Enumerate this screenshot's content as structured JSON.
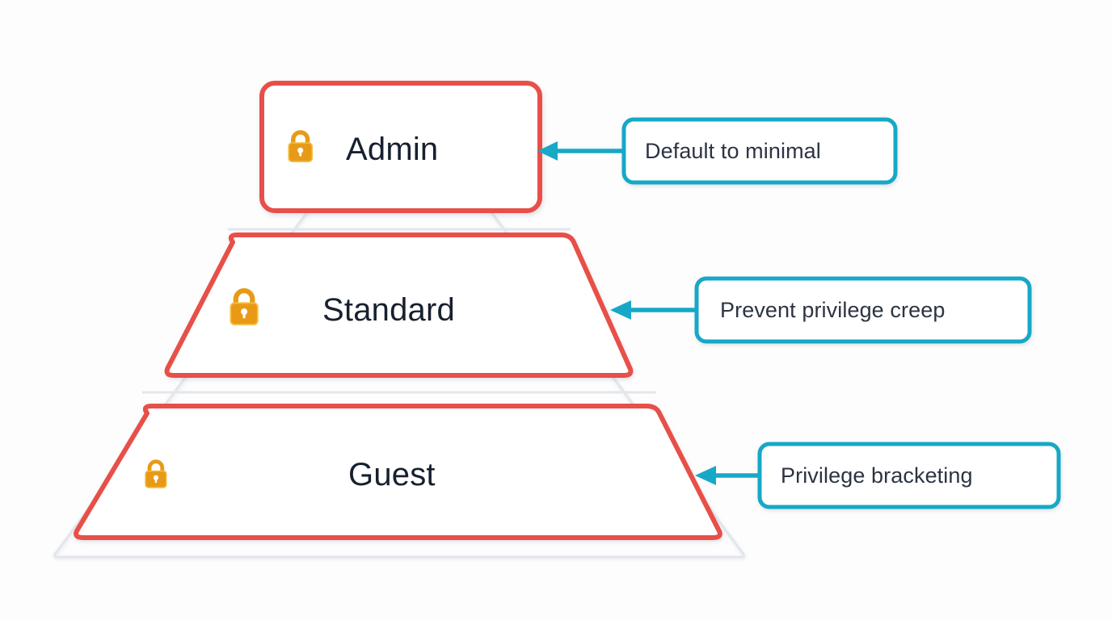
{
  "diagram": {
    "type": "pyramid-hierarchy",
    "title": "",
    "background_color": "#fdfdfd",
    "colors": {
      "tier_border": "#e8504a",
      "tier_fill": "#ffffff",
      "pyramid_outline": "#e3e6ec",
      "callout_border": "#18a8c7",
      "callout_fill": "#ffffff",
      "arrow": "#18a8c7",
      "lock_icon": "#e89a17",
      "lock_icon_stroke": "#f5bf3f",
      "text": "#17202f",
      "callout_text": "#2c3443"
    },
    "tiers": [
      {
        "id": "admin",
        "label": "Admin",
        "level": 1,
        "icon": "lock-icon",
        "shape": "rounded-rect"
      },
      {
        "id": "standard",
        "label": "Standard",
        "level": 2,
        "icon": "lock-icon",
        "shape": "trapezoid"
      },
      {
        "id": "guest",
        "label": "Guest",
        "level": 3,
        "icon": "lock-icon",
        "shape": "trapezoid"
      }
    ],
    "callouts": [
      {
        "id": "callout-admin",
        "label": "Default to minimal",
        "points_to": "admin"
      },
      {
        "id": "callout-standard",
        "label": "Prevent privilege creep",
        "points_to": "standard"
      },
      {
        "id": "callout-guest",
        "label": "Privilege bracketing",
        "points_to": "guest"
      }
    ]
  }
}
